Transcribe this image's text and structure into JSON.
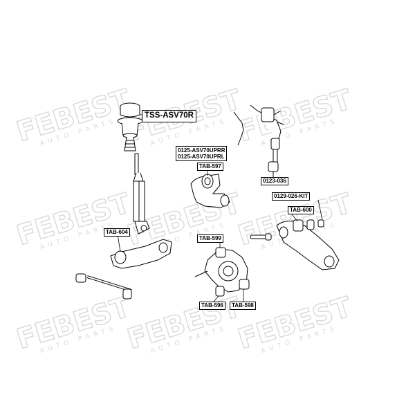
{
  "watermark": "FEBEST",
  "watermark_sub": "AUTO PARTS",
  "callouts": {
    "shock_mount": "TSS-ASV70R",
    "upper_arm_right": "0125-ASV70UPRR",
    "upper_arm_left": "0125-ASV70UPRL",
    "upper_arm_bushing": "TAB-597",
    "stabilizer_link": "0123-036",
    "lower_arm_kit": "0129-026-KIT",
    "lower_arm_bushing": "TAB-600",
    "trailing_arm_bushing": "TAB-604",
    "knuckle_bushing_top": "TAB-599",
    "knuckle_bushing_lower_left": "TAB-596",
    "knuckle_bushing_lower_right": "TAB-598"
  },
  "colors": {
    "line": "#000000",
    "watermark": "#d9d9d9"
  }
}
